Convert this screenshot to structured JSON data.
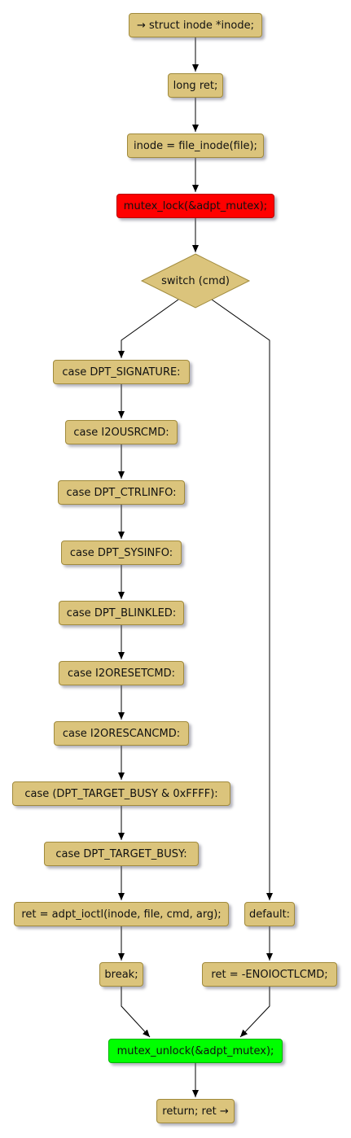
{
  "colors": {
    "node_fill": "#dbc47c",
    "node_border": "#a08a3c",
    "lock_fill": "#ff0000",
    "unlock_fill": "#00ff00",
    "edge": "#000000"
  },
  "nodes": {
    "decl_inode": "→ struct inode *inode;",
    "decl_ret": "long ret;",
    "assign_inode": "inode = file_inode(file);",
    "mutex_lock": "mutex_lock(&adpt_mutex);",
    "switch": "switch (cmd)",
    "case_signature": "case DPT_SIGNATURE:",
    "case_i2ousrcmd": "case I2OUSRCMD:",
    "case_ctrlinfo": "case DPT_CTRLINFO:",
    "case_sysinfo": "case DPT_SYSINFO:",
    "case_blinkled": "case DPT_BLINKLED:",
    "case_i2oresetcmd": "case I2ORESETCMD:",
    "case_i2orescancmd": "case I2ORESCANCMD:",
    "case_target_busy_mask": "case (DPT_TARGET_BUSY & 0xFFFF):",
    "case_target_busy": "case DPT_TARGET_BUSY:",
    "ret_ioctl": "ret = adpt_ioctl(inode, file, cmd, arg);",
    "default": "default:",
    "break": "break;",
    "ret_enoioctlcmd": "ret =  -ENOIOCTLCMD;",
    "mutex_unlock": "mutex_unlock(&adpt_mutex);",
    "return": "return; ret →"
  }
}
